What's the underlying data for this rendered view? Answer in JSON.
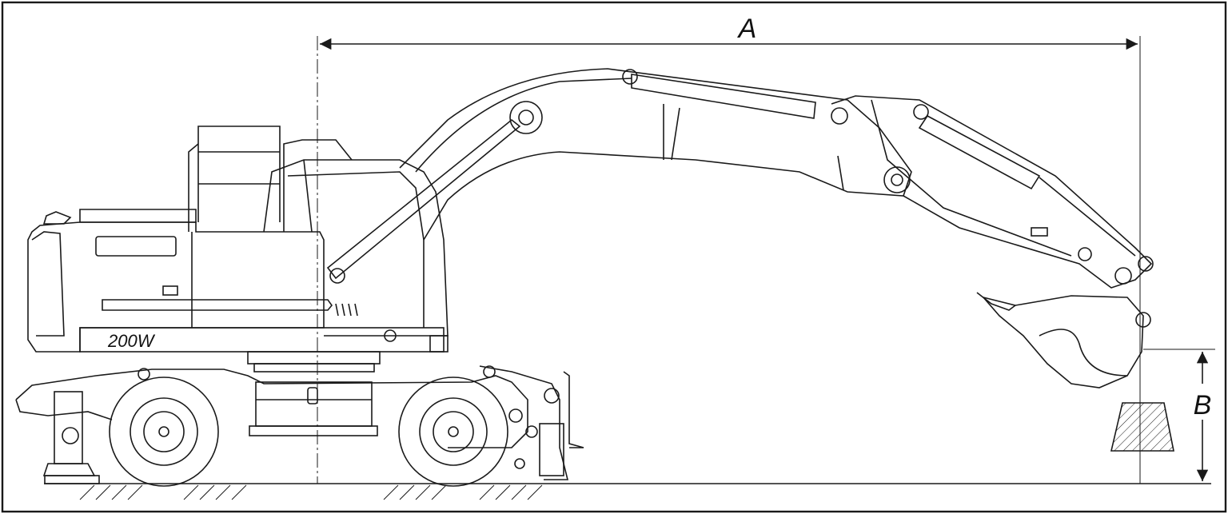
{
  "diagram": {
    "model_label": "200W",
    "dimensions": [
      {
        "id": "A",
        "label": "A"
      },
      {
        "id": "B",
        "label": "B"
      }
    ],
    "colors": {
      "ink": "#1a1a1a",
      "background": "#ffffff"
    }
  }
}
